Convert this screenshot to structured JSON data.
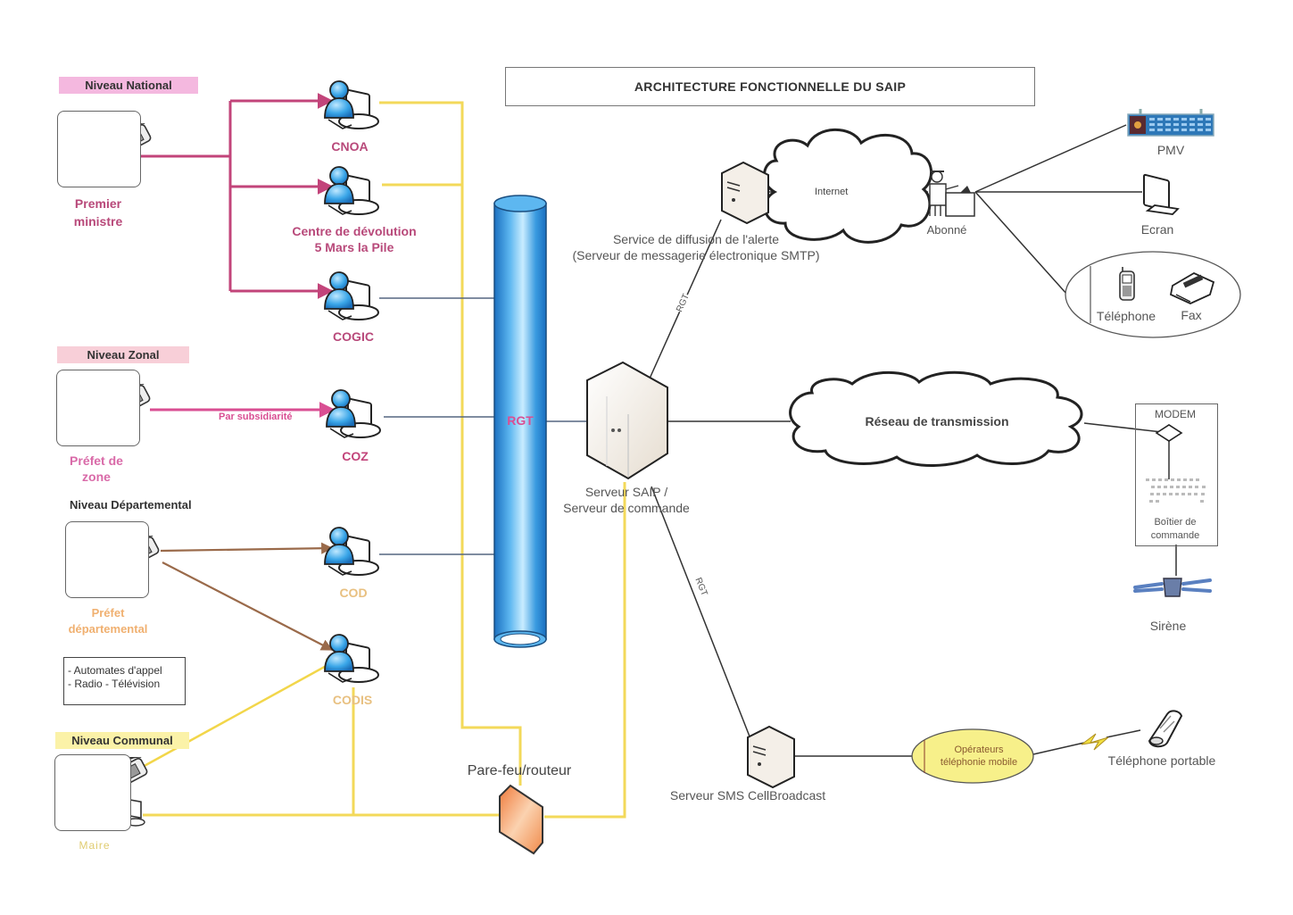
{
  "title": "ARCHITECTURE FONCTIONNELLE DU SAIP",
  "colors": {
    "national": "#c2447a",
    "zonal": "#d94f93",
    "departemental": "#9a6a4a",
    "communal": "#f2d64a",
    "yellow_link": "#f3d95a",
    "rgt_pipe": "#3aa0e6",
    "firewall": "#f29a5a"
  },
  "levels": {
    "national": "Niveau National",
    "zonal": "Niveau Zonal",
    "departemental": "Niveau Départemental",
    "communal": "Niveau Communal"
  },
  "actors": {
    "premier_ministre": [
      "Premier",
      "ministre"
    ],
    "prefet_zone": [
      "Préfet de",
      "zone"
    ],
    "prefet_departemental": [
      "Préfet",
      "départemental"
    ],
    "maire": "Maire"
  },
  "centres": {
    "cnoa": "CNOA",
    "centre_devolution": [
      "Centre de dévolution",
      "5 Mars la Pile"
    ],
    "cogic": "COGIC",
    "coz": "COZ",
    "cod": "COD",
    "codis": "CODIS"
  },
  "links": {
    "par_subsidiarite": "Par subsidiarité",
    "internet": "Internet",
    "rgt_upper": "RGT",
    "rgt_lower": "RGT"
  },
  "legend": [
    "- Automates d'appel",
    "- Radio - Télévision"
  ],
  "network": {
    "rgt": "RGT",
    "firewall": "Pare-feu/routeur",
    "saip_server": [
      "Serveur SAIP /",
      "Serveur de commande"
    ],
    "smtp_server": [
      "Service de diffusion de l'alerte",
      "(Serveur de messagerie électronique SMTP)"
    ],
    "sms_server": "Serveur SMS CellBroadcast",
    "transmission_cloud": "Réseau de transmission",
    "mobile_operators": [
      "Opérateurs",
      "téléphonie mobile"
    ]
  },
  "endpoints": {
    "abonne": "Abonné",
    "pmv": "PMV",
    "ecran": "Ecran",
    "telephone": "Téléphone",
    "fax": "Fax",
    "modem": "MODEM",
    "boitier": [
      "Boîtier de",
      "commande"
    ],
    "sirene": "Sirène",
    "telephone_portable": "Téléphone portable"
  }
}
